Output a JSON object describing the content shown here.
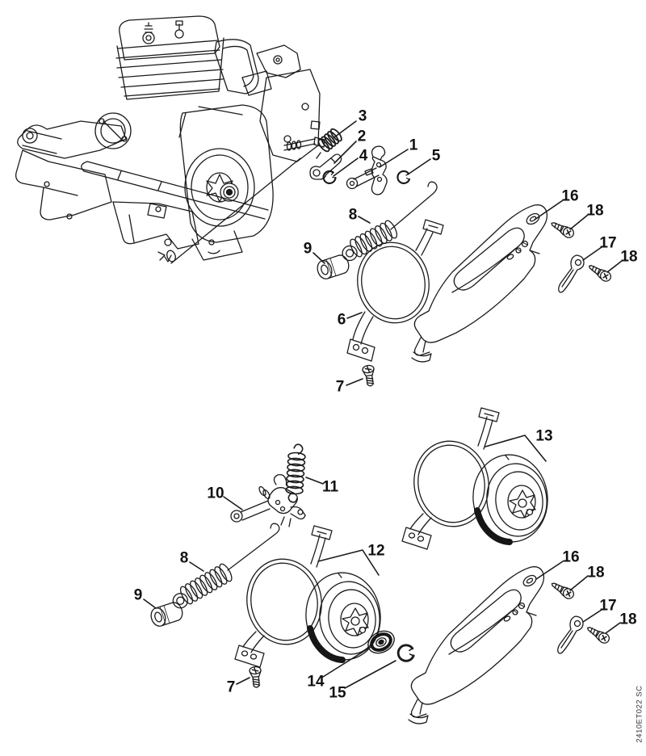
{
  "page": {
    "background": "#ffffff",
    "ink_color": "#1b1b1b",
    "label_color": "#111111"
  },
  "watermark": "2410ET022 SC",
  "callouts": [
    "3",
    "2",
    "4",
    "1",
    "5",
    "8",
    "9",
    "6",
    "7",
    "16",
    "18",
    "17",
    "18",
    "11",
    "10",
    "8",
    "9",
    "12",
    "13",
    "14",
    "15",
    "7",
    "16",
    "18",
    "17",
    "18"
  ]
}
